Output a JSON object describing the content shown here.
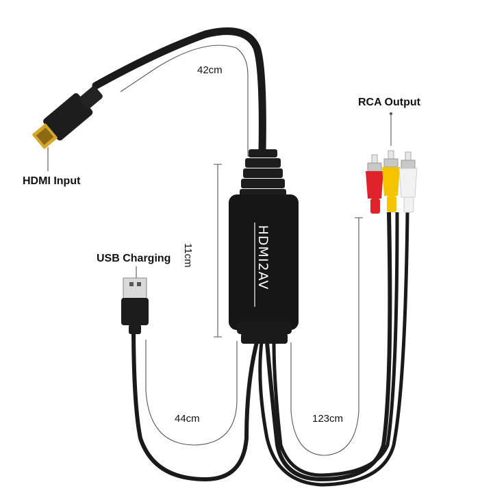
{
  "labels": {
    "hdmi_input": "HDMI Input",
    "rca_output": "RCA Output",
    "usb_charging": "USB Charging"
  },
  "dimensions": {
    "hdmi_cable": "42cm",
    "box_length": "11cm",
    "usb_cable": "44cm",
    "rca_cable": "123cm"
  },
  "device": {
    "brand_text": "HDMI2AV"
  },
  "colors": {
    "cable": "#1a1a1a",
    "rca_red": "#e0232b",
    "rca_yellow": "#f5c400",
    "rca_white": "#f2f2f2",
    "gold": "#d4a62a"
  }
}
